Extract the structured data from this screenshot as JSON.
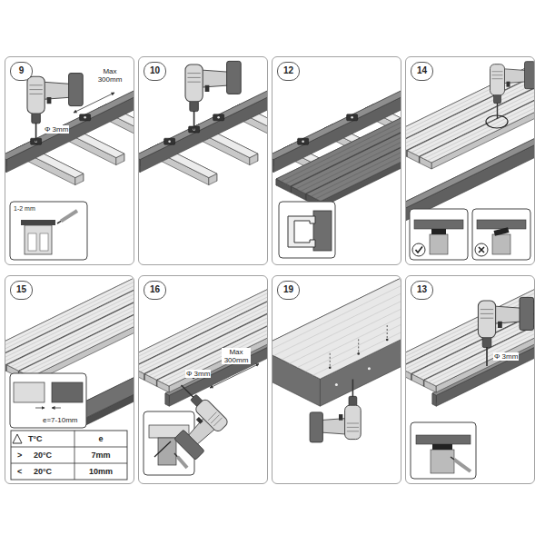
{
  "diagram": {
    "nodes": [
      {
        "text": [
          "9"
        ]
      },
      {
        "text": [
          "10"
        ]
      },
      {
        "text": [
          "12"
        ]
      },
      {
        "text": [
          "14"
        ]
      },
      {
        "text": [
          "15"
        ]
      },
      {
        "text": [
          "16"
        ]
      },
      {
        "text": [
          "19"
        ]
      },
      {
        "text": [
          "13"
        ]
      }
    ],
    "labels": [
      "Max 300mm",
      "Φ 3mm",
      "1-2 mm",
      "Max 300mm",
      "Φ 3mm",
      "Φ 3mm",
      "e=7-10mm",
      "T°C",
      "e",
      ">",
      "20°C",
      "7mm",
      "<",
      "20°C",
      "10mm"
    ]
  }
}
